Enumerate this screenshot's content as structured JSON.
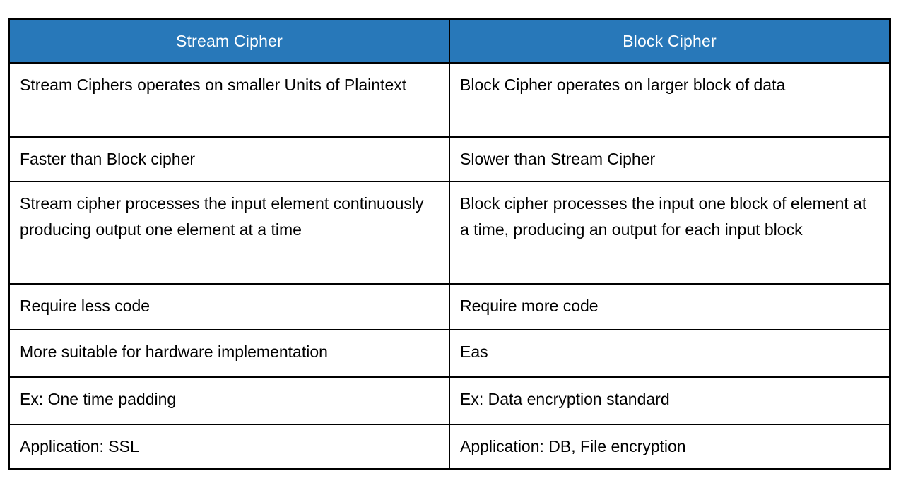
{
  "colors": {
    "page_bg": "#FFFFFF",
    "header_bg": "#2878B9",
    "header_text": "#FFFFFF",
    "body_text": "#000000",
    "border": "#000000"
  },
  "table": {
    "headers": [
      "Stream Cipher",
      "Block Cipher"
    ],
    "rows": [
      {
        "stream": "Stream Ciphers operates on smaller Units of Plaintext",
        "block": "Block Cipher operates on larger block of data"
      },
      {
        "stream": "Faster than Block cipher",
        "block": "Slower than Stream Cipher"
      },
      {
        "stream": "Stream cipher processes the input element continuously producing output one element at a time",
        "block": "Block cipher processes the input one block of element at a time, producing an output for each input block"
      },
      {
        "stream": "Require less code",
        "block": "Require more code"
      },
      {
        "stream": "More suitable for hardware implementation",
        "block": "Eas"
      },
      {
        "stream": "Ex: One time padding",
        "block": "Ex: Data encryption standard"
      },
      {
        "stream": "Application: SSL",
        "block": "Application: DB, File encryption"
      }
    ]
  }
}
